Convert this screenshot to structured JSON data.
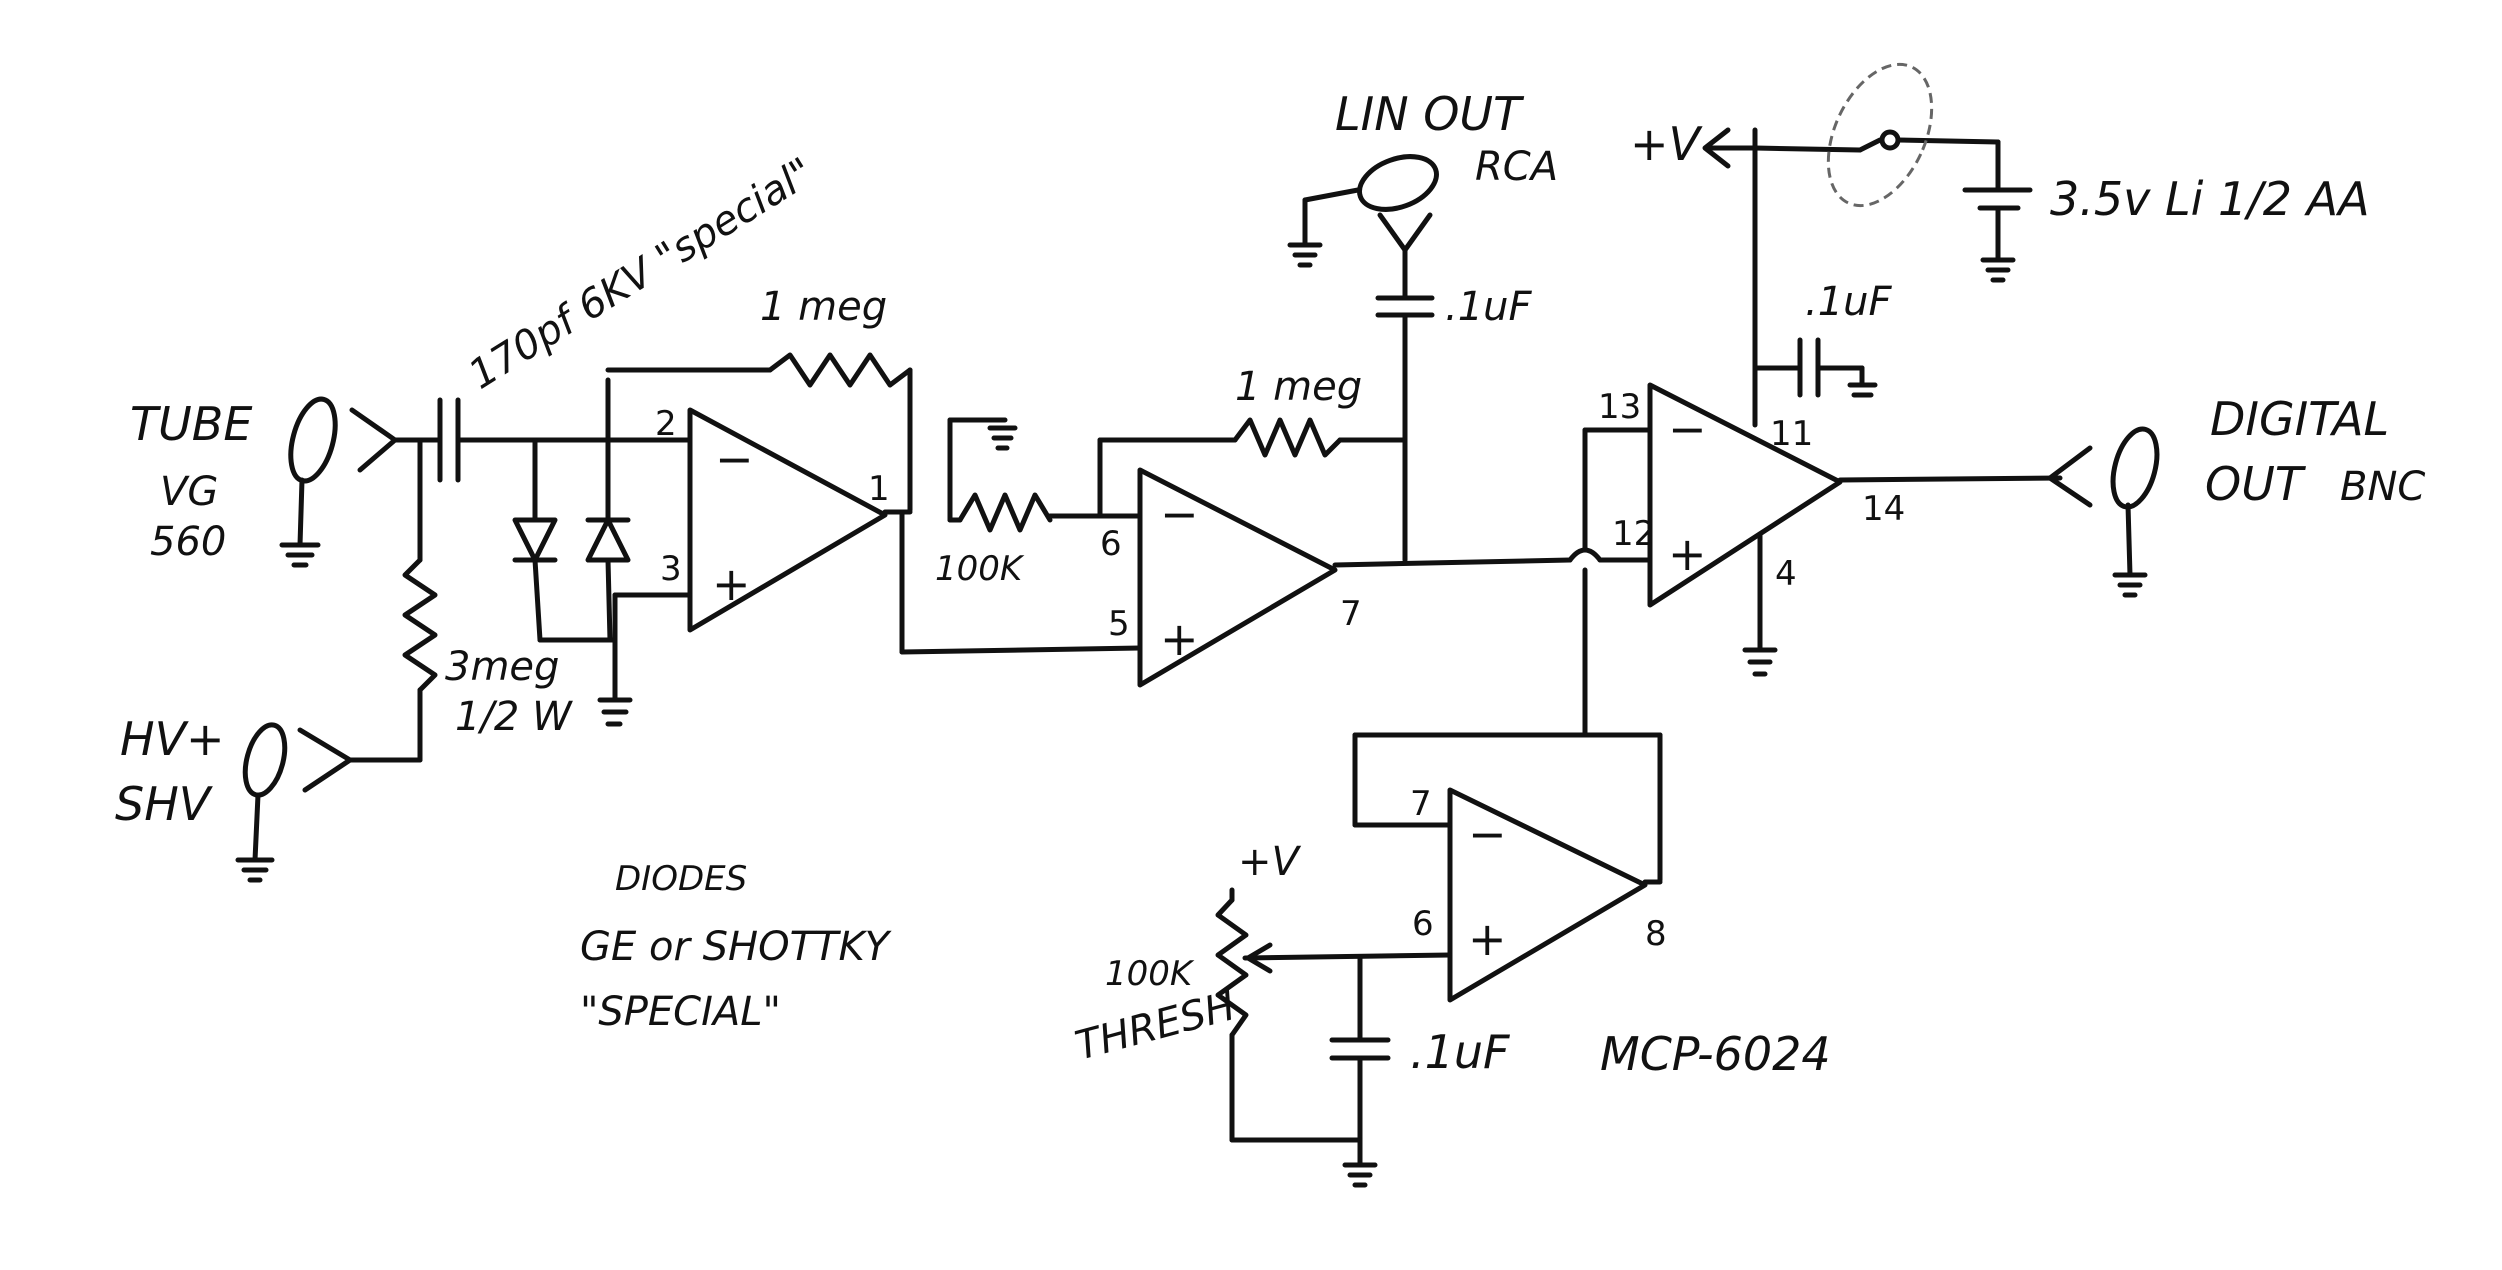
{
  "labels": {
    "tube_line1": "TUBE",
    "tube_line2": "VG",
    "tube_line3": "560",
    "hv_line1": "HV+",
    "hv_line2": "SHV",
    "cap_input": "170pf 6KV \"special\"",
    "res_feedback1": "1 meg",
    "res_3meg_line1": "3meg",
    "res_3meg_line2": "1/2 W",
    "diodes_line1": "DIODES",
    "diodes_line2": "GE or SHOTTKY",
    "diodes_line3": "\"SPECIAL\"",
    "res_100k": "100K",
    "res_feedback2": "1 meg",
    "lin_out_line1": "LIN OUT",
    "lin_out_line2": "RCA",
    "cap_lin": ".1uF",
    "plus_v_top": "+V",
    "battery": "3.5v Li  1/2 AA",
    "cap_supply": ".1uF",
    "digital_out_line1": "DIGITAL",
    "digital_out_line2": "OUT",
    "digital_out_line3": "BNC",
    "plus_v_pot": "+V",
    "pot_line1": "100K",
    "pot_line2": "THRESH",
    "cap_thresh": ".1uF",
    "chip": "MCP-6024"
  },
  "pins": {
    "u1_inv": "2",
    "u1_noninv": "3",
    "u1_out": "1",
    "u2_inv": "6",
    "u2_noninv": "5",
    "u2_out": "7",
    "u3_inv": "13",
    "u3_noninv": "12",
    "u3_out": "14",
    "u3_vdd": "11",
    "u3_vss": "4",
    "u4_inv": "7",
    "u4_noninv": "6",
    "u4_out": "8"
  },
  "symbols": {
    "minus": "−",
    "plus": "+"
  }
}
